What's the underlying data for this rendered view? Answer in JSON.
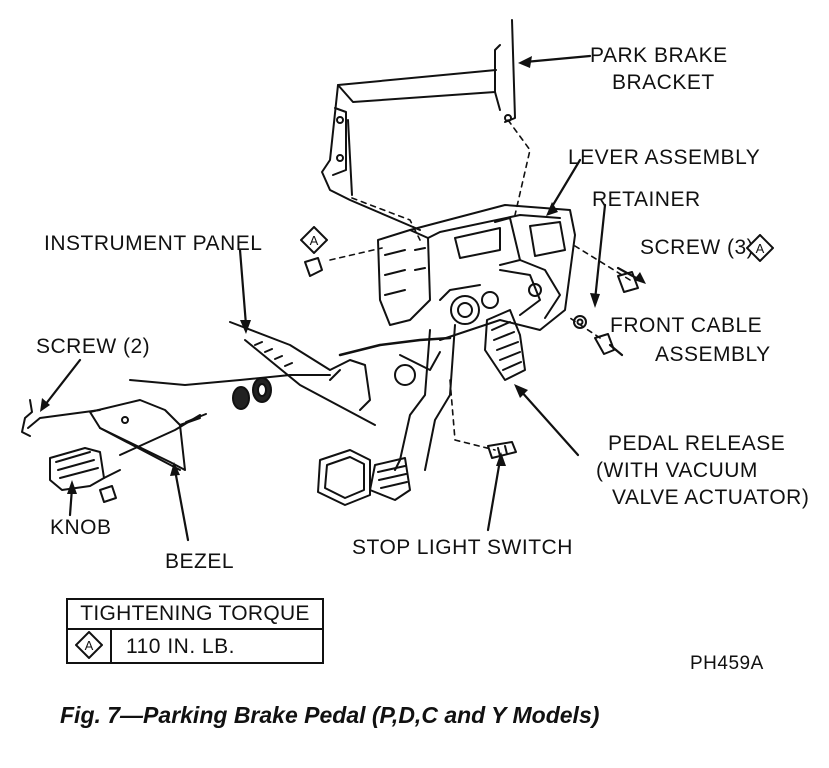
{
  "labels": {
    "park_brake_bracket_1": "PARK BRAKE",
    "park_brake_bracket_2": "BRACKET",
    "lever_assembly": "LEVER ASSEMBLY",
    "retainer": "RETAINER",
    "screw_3": "SCREW (3)",
    "instrument_panel": "INSTRUMENT PANEL",
    "front_cable_1": "FRONT CABLE",
    "front_cable_2": "ASSEMBLY",
    "screw_2": "SCREW (2)",
    "pedal_release_1": "PEDAL RELEASE",
    "pedal_release_2": "(WITH VACUUM",
    "pedal_release_3": "VALVE ACTUATOR)",
    "knob": "KNOB",
    "bezel": "BEZEL",
    "stop_light_switch": "STOP LIGHT SWITCH"
  },
  "reference_mark": "A",
  "torque_table": {
    "header": "TIGHTENING TORQUE",
    "mark": "A",
    "value": "110 IN. LB."
  },
  "figure_id": "PH459A",
  "caption": "Fig. 7—Parking Brake Pedal (P,D,C and Y Models)"
}
